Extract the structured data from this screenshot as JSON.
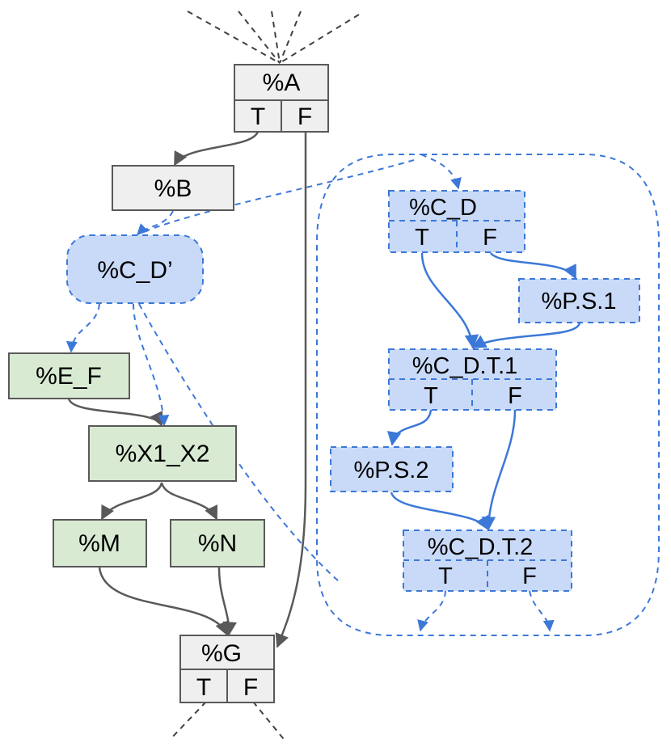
{
  "colors": {
    "gray_fill": "#efefef",
    "gray_stroke": "#595959",
    "green_fill": "#d9ead3",
    "blue_fill": "#c9daf8",
    "blue_stroke": "#3c78d8",
    "dark_edge": "#595959",
    "dashed_black": "#404040"
  },
  "nodes": {
    "a": {
      "label": "%A",
      "t": "T",
      "f": "F"
    },
    "b": {
      "label": "%B"
    },
    "cd_prime": {
      "label": "%C_D’"
    },
    "ef": {
      "label": "%E_F"
    },
    "x1x2": {
      "label": "%X1_X2"
    },
    "m": {
      "label": "%M"
    },
    "n": {
      "label": "%N"
    },
    "g": {
      "label": "%G",
      "t": "T",
      "f": "F"
    },
    "cd": {
      "label": "%C_D",
      "t": "T",
      "f": "F"
    },
    "ps1": {
      "label": "%P.S.1"
    },
    "cdt1": {
      "label": "%C_D.T.1",
      "t": "T",
      "f": "F"
    },
    "ps2": {
      "label": "%P.S.2"
    },
    "cdt2": {
      "label": "%C_D.T.2",
      "t": "T",
      "f": "F"
    }
  }
}
